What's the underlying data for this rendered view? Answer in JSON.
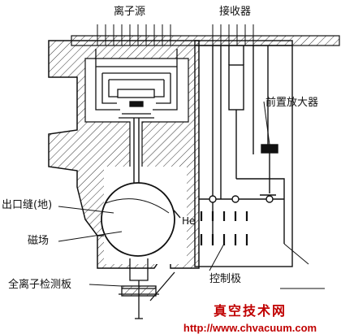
{
  "labels": {
    "ion_source": "离子源",
    "receiver": "接收器",
    "preamplifier": "前置放大器",
    "exit_slit": "出口缝(地)",
    "magnetic_field": "磁场",
    "he": "He",
    "total_ion_detector": "全离子检测板",
    "control_plate": "控制极"
  },
  "watermark": {
    "site_name": "真空技术网",
    "url": "http://www.chvacuum.com"
  },
  "colors": {
    "line": "#111111",
    "hatch": "#333333",
    "watermark": "#c00000"
  }
}
